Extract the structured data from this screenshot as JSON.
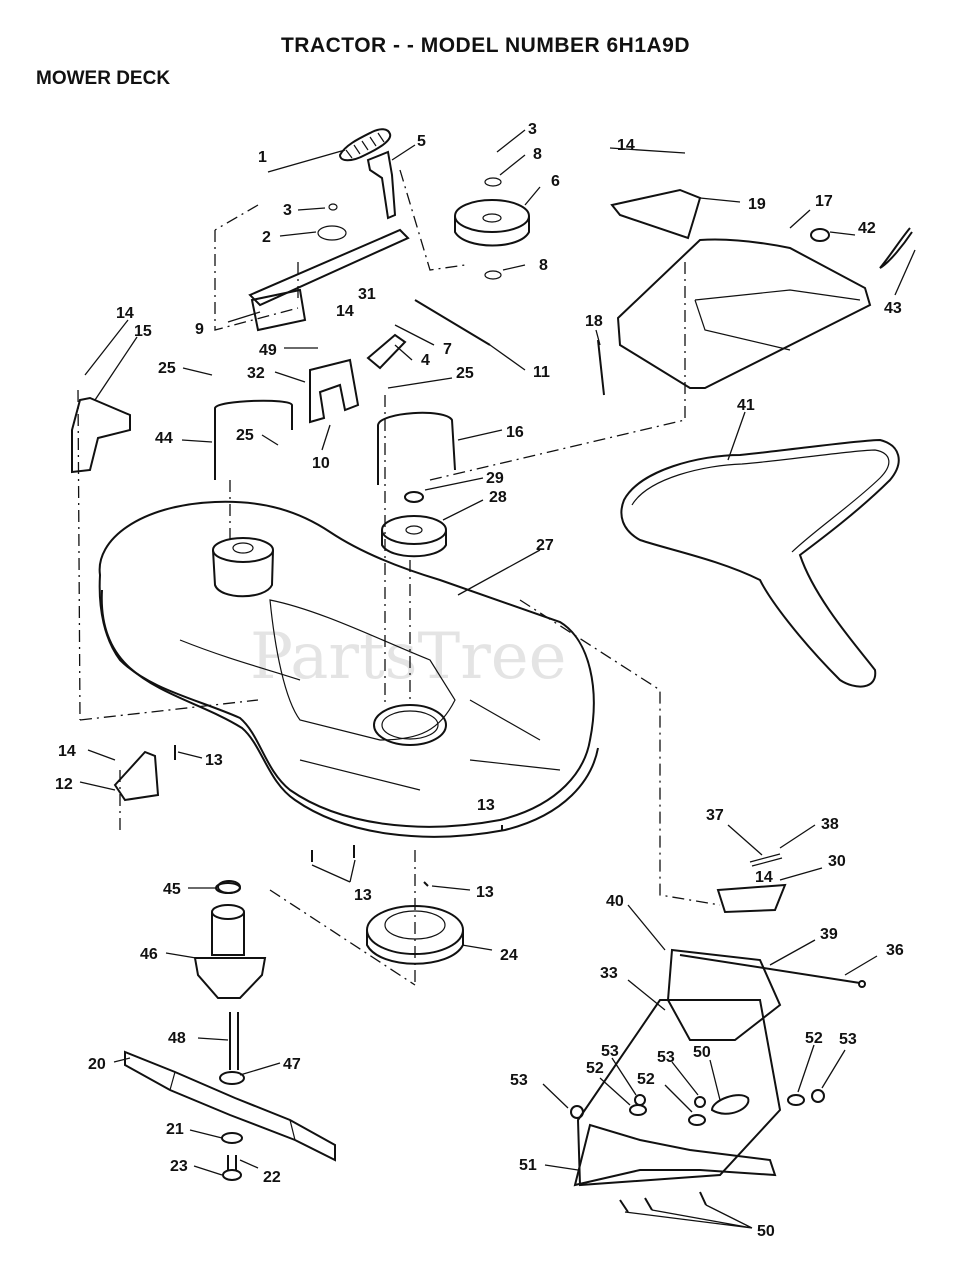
{
  "header": {
    "title": "TRACTOR - - MODEL NUMBER 6H1A9D",
    "subtitle": "MOWER DECK"
  },
  "watermark": "PartsTree",
  "callouts": [
    {
      "id": "c1",
      "label": "1"
    },
    {
      "id": "c2",
      "label": "2"
    },
    {
      "id": "c3a",
      "label": "3"
    },
    {
      "id": "c3b",
      "label": "3"
    },
    {
      "id": "c4",
      "label": "4"
    },
    {
      "id": "c5",
      "label": "5"
    },
    {
      "id": "c6",
      "label": "6"
    },
    {
      "id": "c7",
      "label": "7"
    },
    {
      "id": "c8a",
      "label": "8"
    },
    {
      "id": "c8b",
      "label": "8"
    },
    {
      "id": "c9",
      "label": "9"
    },
    {
      "id": "c10",
      "label": "10"
    },
    {
      "id": "c11",
      "label": "11"
    },
    {
      "id": "c12",
      "label": "12"
    },
    {
      "id": "c13a",
      "label": "13"
    },
    {
      "id": "c13b",
      "label": "13"
    },
    {
      "id": "c13c",
      "label": "13"
    },
    {
      "id": "c13d",
      "label": "13"
    },
    {
      "id": "c14a",
      "label": "14"
    },
    {
      "id": "c14b",
      "label": "14"
    },
    {
      "id": "c14c",
      "label": "14"
    },
    {
      "id": "c14d",
      "label": "14"
    },
    {
      "id": "c14e",
      "label": "14"
    },
    {
      "id": "c15",
      "label": "15"
    },
    {
      "id": "c16",
      "label": "16"
    },
    {
      "id": "c17",
      "label": "17"
    },
    {
      "id": "c18",
      "label": "18"
    },
    {
      "id": "c19",
      "label": "19"
    },
    {
      "id": "c20",
      "label": "20"
    },
    {
      "id": "c21",
      "label": "21"
    },
    {
      "id": "c22",
      "label": "22"
    },
    {
      "id": "c23",
      "label": "23"
    },
    {
      "id": "c24",
      "label": "24"
    },
    {
      "id": "c25a",
      "label": "25"
    },
    {
      "id": "c25b",
      "label": "25"
    },
    {
      "id": "c25c",
      "label": "25"
    },
    {
      "id": "c27",
      "label": "27"
    },
    {
      "id": "c28",
      "label": "28"
    },
    {
      "id": "c29",
      "label": "29"
    },
    {
      "id": "c30",
      "label": "30"
    },
    {
      "id": "c31",
      "label": "31"
    },
    {
      "id": "c32",
      "label": "32"
    },
    {
      "id": "c33",
      "label": "33"
    },
    {
      "id": "c36",
      "label": "36"
    },
    {
      "id": "c37",
      "label": "37"
    },
    {
      "id": "c38",
      "label": "38"
    },
    {
      "id": "c39",
      "label": "39"
    },
    {
      "id": "c40",
      "label": "40"
    },
    {
      "id": "c41",
      "label": "41"
    },
    {
      "id": "c42",
      "label": "42"
    },
    {
      "id": "c43",
      "label": "43"
    },
    {
      "id": "c44",
      "label": "44"
    },
    {
      "id": "c45",
      "label": "45"
    },
    {
      "id": "c46",
      "label": "46"
    },
    {
      "id": "c47",
      "label": "47"
    },
    {
      "id": "c48",
      "label": "48"
    },
    {
      "id": "c49",
      "label": "49"
    },
    {
      "id": "c50a",
      "label": "50"
    },
    {
      "id": "c50b",
      "label": "50"
    },
    {
      "id": "c51",
      "label": "51"
    },
    {
      "id": "c52a",
      "label": "52"
    },
    {
      "id": "c52b",
      "label": "52"
    },
    {
      "id": "c52c",
      "label": "52"
    },
    {
      "id": "c53a",
      "label": "53"
    },
    {
      "id": "c53b",
      "label": "53"
    },
    {
      "id": "c53c",
      "label": "53"
    },
    {
      "id": "c53d",
      "label": "53"
    }
  ]
}
